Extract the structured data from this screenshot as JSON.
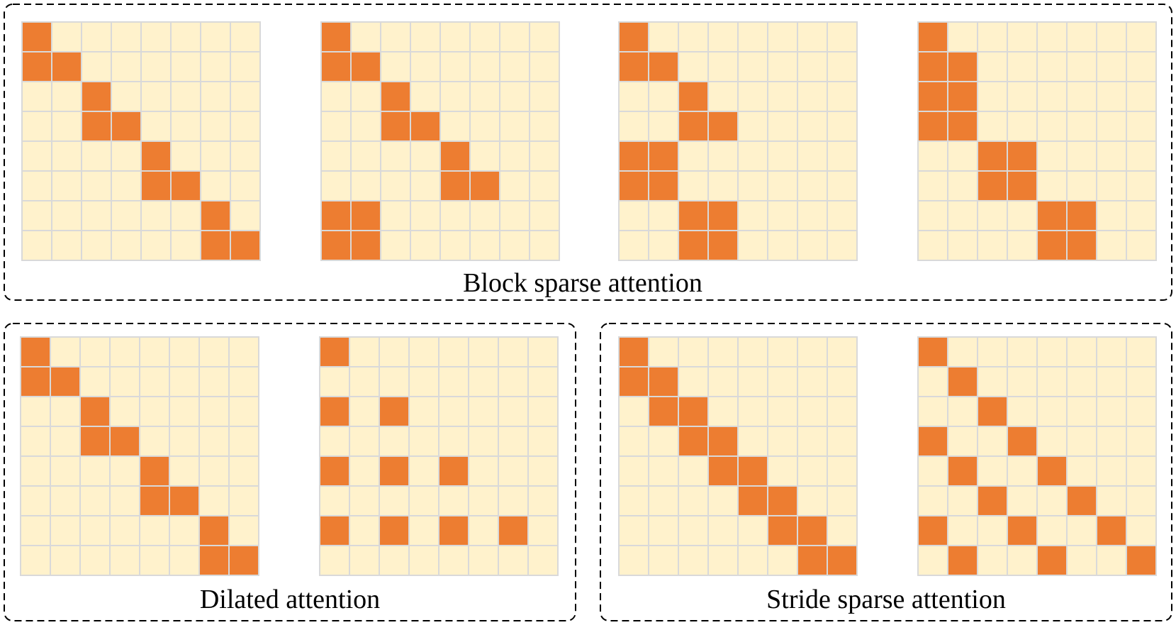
{
  "colors": {
    "empty_cell": "#FFF2CC",
    "filled_cell": "#ED7D31",
    "grid_line": "#D9D9D9",
    "frame_border": "#000000",
    "caption_text": "#000000"
  },
  "groups": [
    {
      "id": "block-sparse",
      "caption": "Block sparse attention",
      "matrices": [
        {
          "size": 8,
          "filled": [
            [
              0,
              0
            ],
            [
              1,
              0
            ],
            [
              1,
              1
            ],
            [
              2,
              2
            ],
            [
              3,
              2
            ],
            [
              3,
              3
            ],
            [
              4,
              4
            ],
            [
              5,
              4
            ],
            [
              5,
              5
            ],
            [
              6,
              6
            ],
            [
              7,
              6
            ],
            [
              7,
              7
            ]
          ]
        },
        {
          "size": 8,
          "filled": [
            [
              0,
              0
            ],
            [
              1,
              0
            ],
            [
              1,
              1
            ],
            [
              2,
              2
            ],
            [
              3,
              2
            ],
            [
              3,
              3
            ],
            [
              4,
              4
            ],
            [
              5,
              4
            ],
            [
              5,
              5
            ],
            [
              6,
              0
            ],
            [
              6,
              1
            ],
            [
              7,
              0
            ],
            [
              7,
              1
            ]
          ]
        },
        {
          "size": 8,
          "filled": [
            [
              0,
              0
            ],
            [
              1,
              0
            ],
            [
              1,
              1
            ],
            [
              2,
              2
            ],
            [
              3,
              2
            ],
            [
              3,
              3
            ],
            [
              4,
              0
            ],
            [
              4,
              1
            ],
            [
              5,
              0
            ],
            [
              5,
              1
            ],
            [
              6,
              2
            ],
            [
              6,
              3
            ],
            [
              7,
              2
            ],
            [
              7,
              3
            ]
          ]
        },
        {
          "size": 8,
          "filled": [
            [
              0,
              0
            ],
            [
              1,
              0
            ],
            [
              1,
              1
            ],
            [
              2,
              0
            ],
            [
              2,
              1
            ],
            [
              3,
              0
            ],
            [
              3,
              1
            ],
            [
              4,
              2
            ],
            [
              4,
              3
            ],
            [
              5,
              2
            ],
            [
              5,
              3
            ],
            [
              6,
              4
            ],
            [
              6,
              5
            ],
            [
              7,
              4
            ],
            [
              7,
              5
            ]
          ]
        }
      ]
    },
    {
      "id": "dilated",
      "caption": "Dilated attention",
      "matrices": [
        {
          "size": 8,
          "filled": [
            [
              0,
              0
            ],
            [
              1,
              0
            ],
            [
              1,
              1
            ],
            [
              2,
              2
            ],
            [
              3,
              2
            ],
            [
              3,
              3
            ],
            [
              4,
              4
            ],
            [
              5,
              4
            ],
            [
              5,
              5
            ],
            [
              6,
              6
            ],
            [
              7,
              6
            ],
            [
              7,
              7
            ]
          ]
        },
        {
          "size": 8,
          "filled": [
            [
              0,
              0
            ],
            [
              2,
              0
            ],
            [
              2,
              2
            ],
            [
              4,
              0
            ],
            [
              4,
              2
            ],
            [
              4,
              4
            ],
            [
              6,
              0
            ],
            [
              6,
              2
            ],
            [
              6,
              4
            ],
            [
              6,
              6
            ]
          ]
        }
      ]
    },
    {
      "id": "stride-sparse",
      "caption": "Stride sparse attention",
      "matrices": [
        {
          "size": 8,
          "filled": [
            [
              0,
              0
            ],
            [
              1,
              0
            ],
            [
              1,
              1
            ],
            [
              2,
              1
            ],
            [
              2,
              2
            ],
            [
              3,
              2
            ],
            [
              3,
              3
            ],
            [
              4,
              3
            ],
            [
              4,
              4
            ],
            [
              5,
              4
            ],
            [
              5,
              5
            ],
            [
              6,
              5
            ],
            [
              6,
              6
            ],
            [
              7,
              6
            ],
            [
              7,
              7
            ]
          ]
        },
        {
          "size": 8,
          "filled": [
            [
              0,
              0
            ],
            [
              1,
              1
            ],
            [
              2,
              2
            ],
            [
              3,
              0
            ],
            [
              3,
              3
            ],
            [
              4,
              1
            ],
            [
              4,
              4
            ],
            [
              5,
              2
            ],
            [
              5,
              5
            ],
            [
              6,
              0
            ],
            [
              6,
              3
            ],
            [
              6,
              6
            ],
            [
              7,
              1
            ],
            [
              7,
              4
            ],
            [
              7,
              7
            ]
          ]
        }
      ]
    }
  ]
}
